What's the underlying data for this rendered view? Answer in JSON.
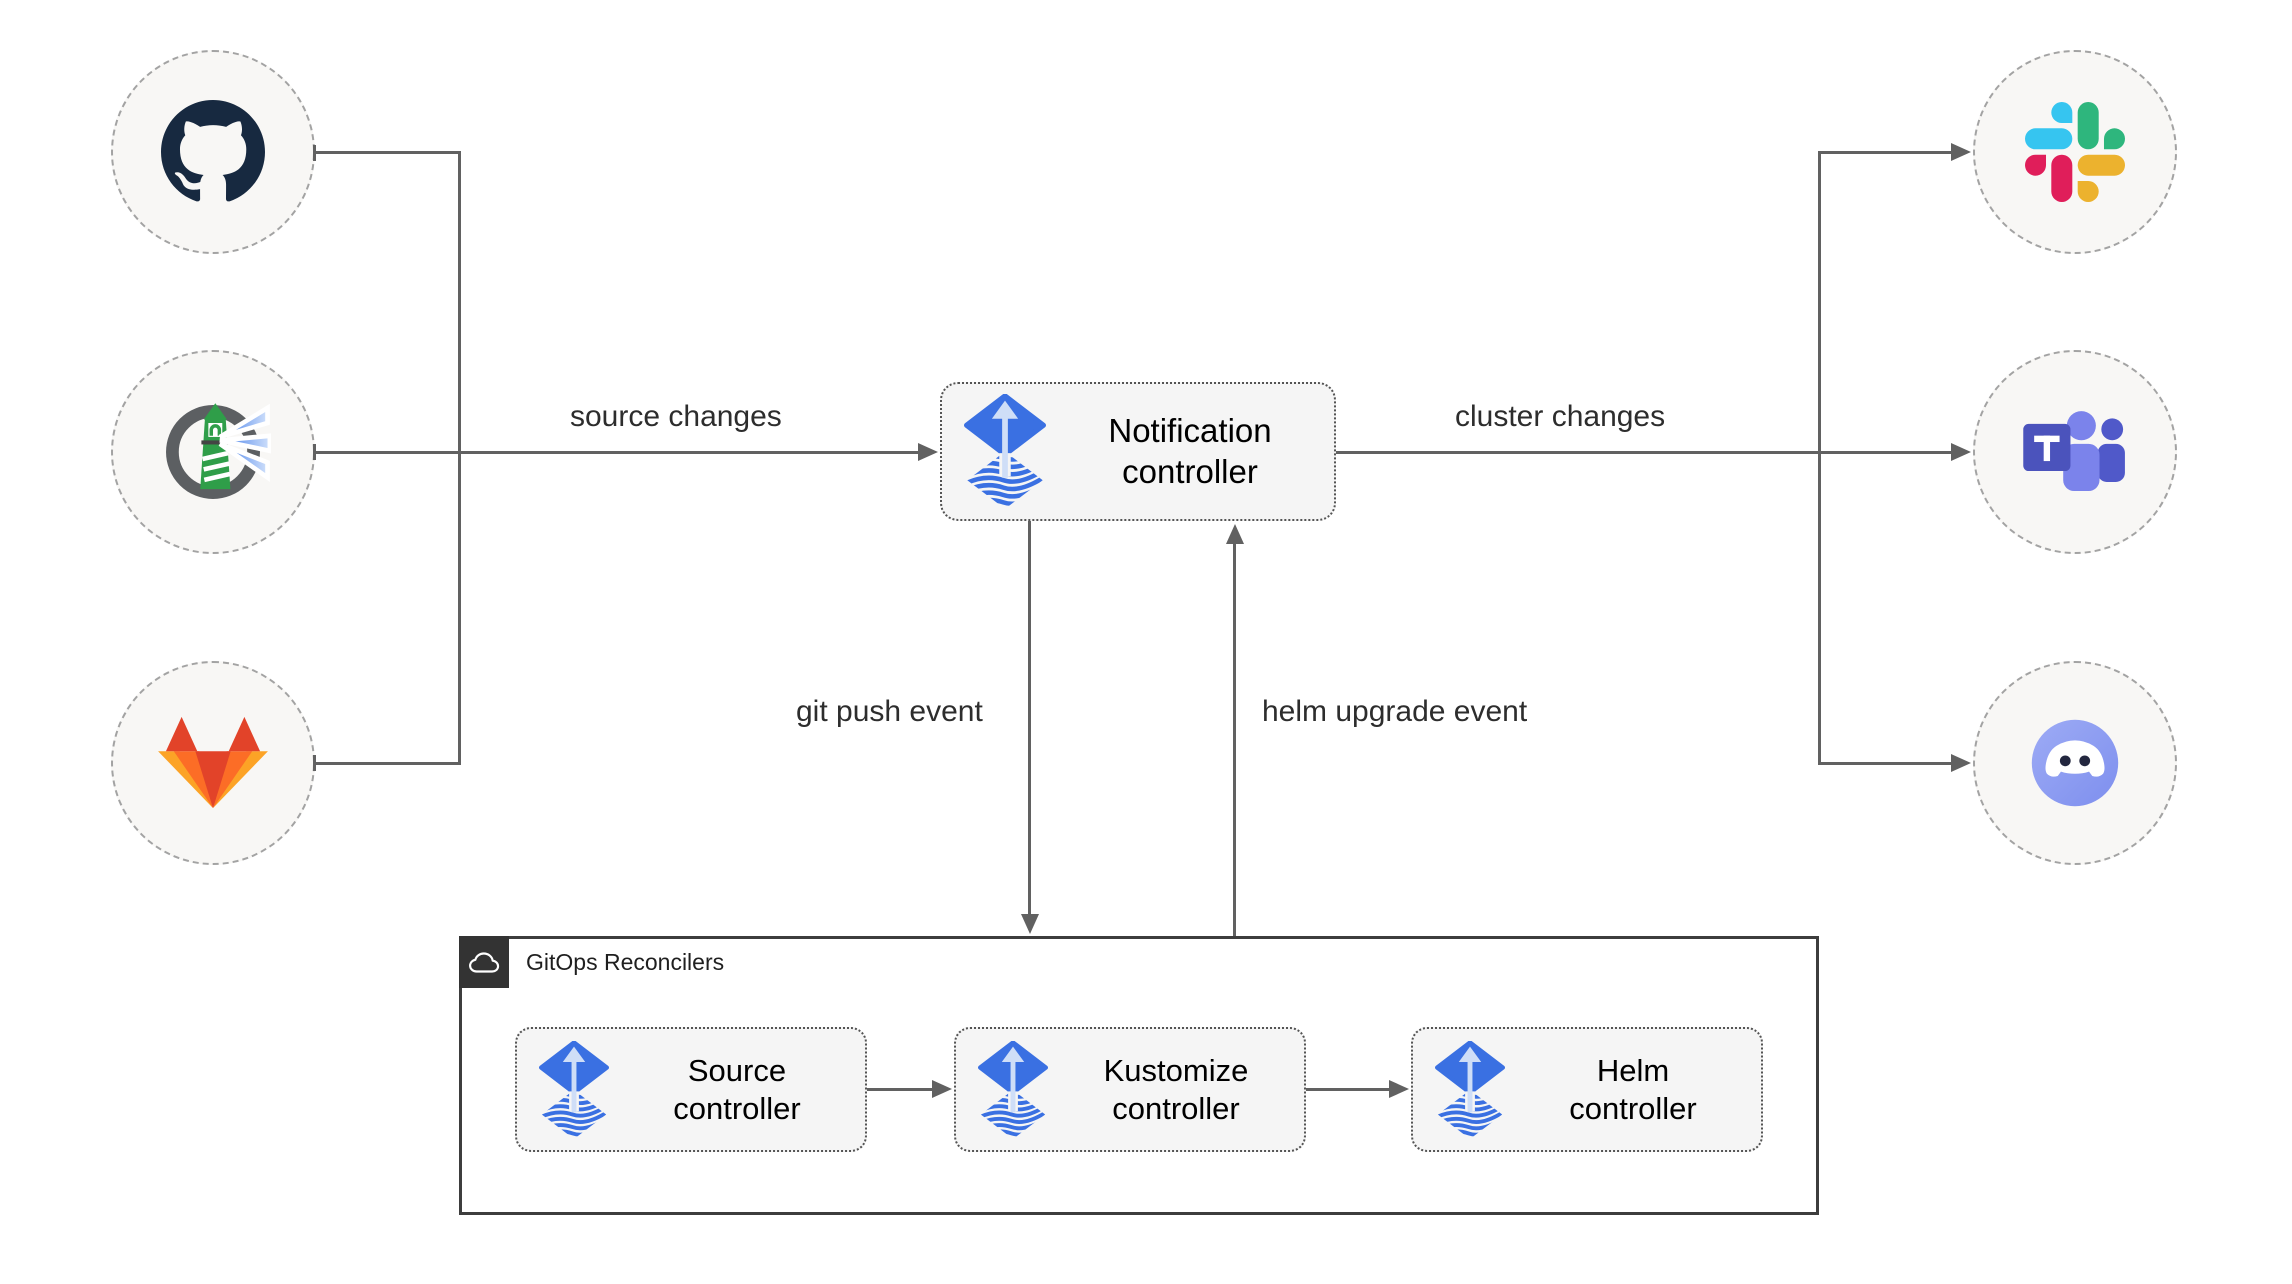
{
  "edges": {
    "source_changes": "source changes",
    "cluster_changes": "cluster changes",
    "git_push_event": "git push event",
    "helm_upgrade_event": "helm upgrade event"
  },
  "nodes": {
    "notification": {
      "label": "Notification controller",
      "icon": "flux-icon"
    },
    "sources": [
      {
        "icon": "github-icon"
      },
      {
        "icon": "harbor-icon"
      },
      {
        "icon": "gitlab-icon"
      }
    ],
    "alert_targets": [
      {
        "icon": "slack-icon"
      },
      {
        "icon": "teams-icon"
      },
      {
        "icon": "discord-icon"
      }
    ]
  },
  "reconcilers": {
    "title": "GitOps Reconcilers",
    "tab_icon": "cloud-icon",
    "controllers": [
      {
        "label": "Source controller",
        "icon": "flux-icon"
      },
      {
        "label": "Kustomize controller",
        "icon": "flux-icon"
      },
      {
        "label": "Helm controller",
        "icon": "flux-icon"
      }
    ]
  },
  "colors": {
    "flux_blue": "#3a70e2",
    "flux_arrow": "#cfdef7",
    "line_gray": "#616161",
    "box_fill": "#f5f5f5",
    "circle_fill": "#f8f7f5",
    "container_border": "#3d3d3d",
    "github_dark": "#172940",
    "harbor_green": "#2f9e49",
    "gitlab_red": "#e24329",
    "gitlab_orange": "#fc6d26",
    "gitlab_yellow": "#fca326",
    "slack_blue": "#36C5F0",
    "slack_green": "#2EB67D",
    "slack_yellow": "#ECB22E",
    "slack_red": "#E01E5A",
    "teams_purple": "#4b53bc",
    "discord_blurple": "#8c9cf0"
  }
}
